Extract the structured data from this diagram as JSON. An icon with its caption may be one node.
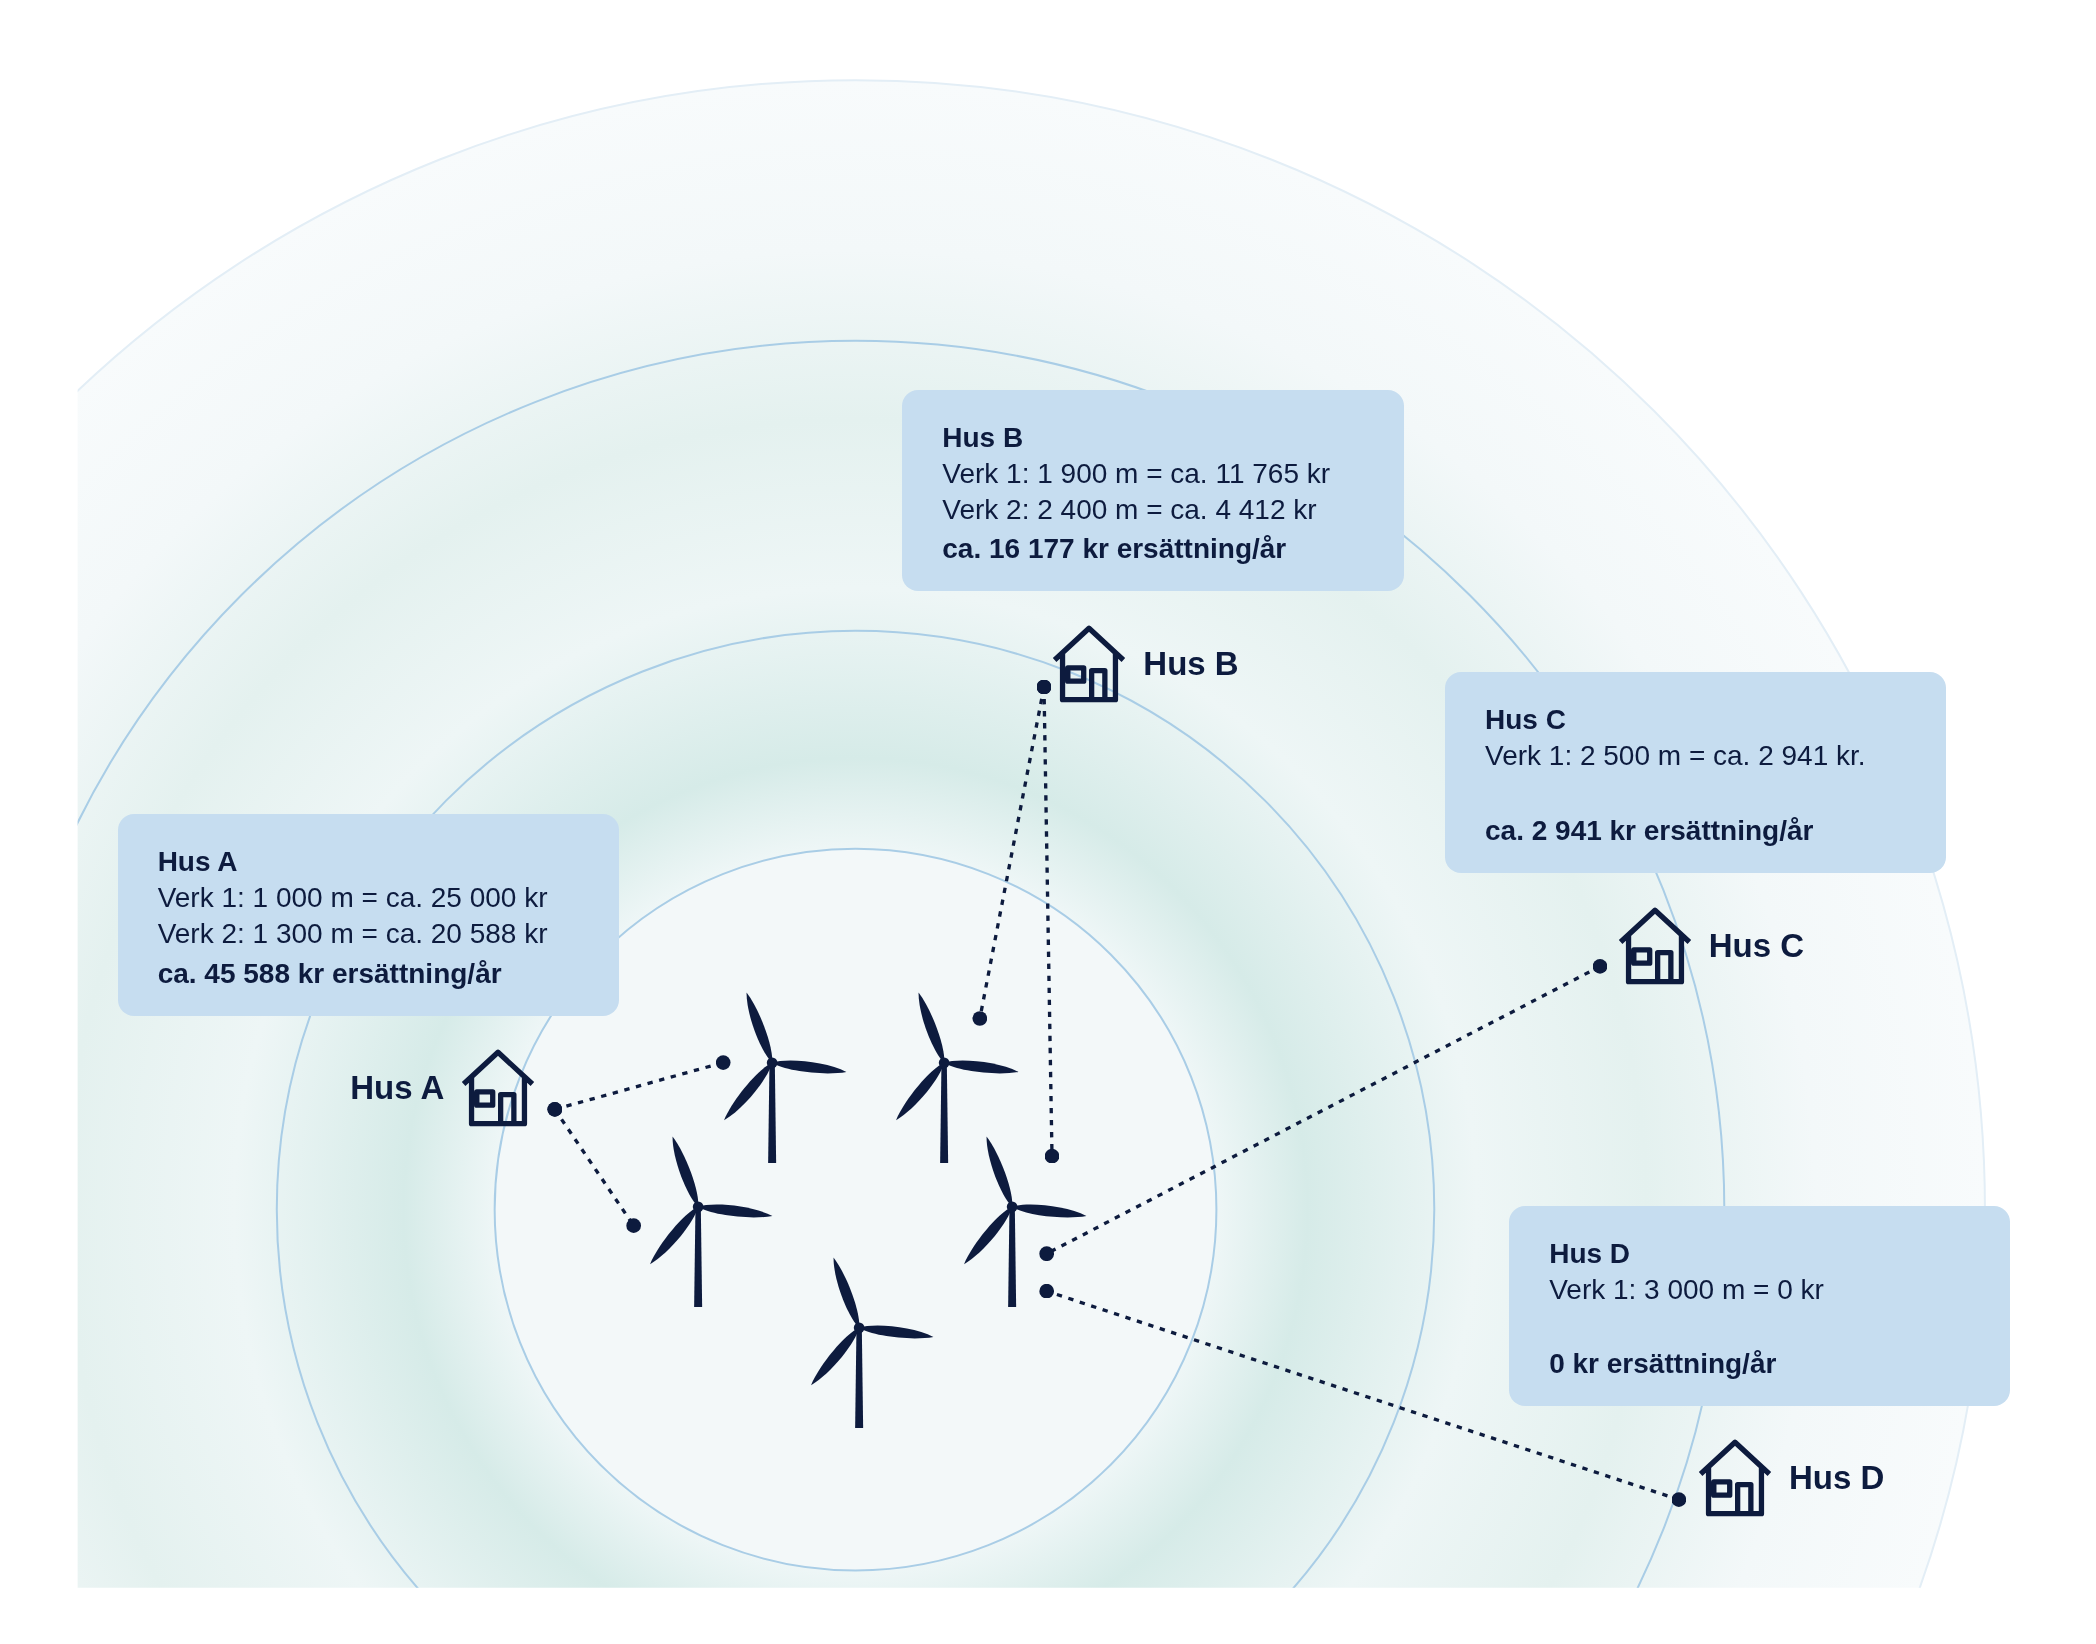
{
  "diagram": {
    "nodes": [
      {
        "text": [
          "Hus A",
          "Verk 1: 1 000 m = ca. 25 000 kr",
          "Verk 2: 1 300 m = ca. 20 588 kr",
          "ca. 45 588 kr ersättning/år"
        ]
      },
      {
        "text": [
          "Hus B",
          "Verk 1: 1 900 m = ca. 11 765 kr",
          "Verk 2: 2 400 m = ca. 4 412 kr",
          "ca. 16 177 kr ersättning/år"
        ]
      },
      {
        "text": [
          "Hus C",
          "Verk 1: 2 500 m = ca. 2 941 kr.",
          "ca. 2 941 kr ersättning/år"
        ]
      },
      {
        "text": [
          "Hus D",
          "Verk 1: 3 000 m = 0 kr",
          "0 kr ersättning/år"
        ]
      },
      {
        "text": [
          "Hus A"
        ]
      },
      {
        "text": [
          "Hus B"
        ]
      },
      {
        "text": [
          "Hus C"
        ]
      },
      {
        "text": [
          "Hus D"
        ]
      },
      {
        "text": [],
        "shape": "picture"
      },
      {
        "text": [],
        "shape": "picture"
      },
      {
        "text": [],
        "shape": "picture"
      },
      {
        "text": [],
        "shape": "picture"
      },
      {
        "text": [],
        "shape": "picture"
      }
    ],
    "edges": [
      {
        "from": 4,
        "to": 9,
        "arrow": "other",
        "style": "dashed"
      },
      {
        "from": 4,
        "to": 8,
        "arrow": "other",
        "style": "dashed"
      },
      {
        "from": 5,
        "to": 11,
        "arrow": "other",
        "style": "dashed"
      },
      {
        "from": 5,
        "to": 12,
        "arrow": "other",
        "style": "dashed"
      },
      {
        "from": 6,
        "to": 12,
        "arrow": "other",
        "style": "dashed"
      },
      {
        "from": 7,
        "to": 12,
        "arrow": "other",
        "style": "dashed"
      }
    ]
  }
}
